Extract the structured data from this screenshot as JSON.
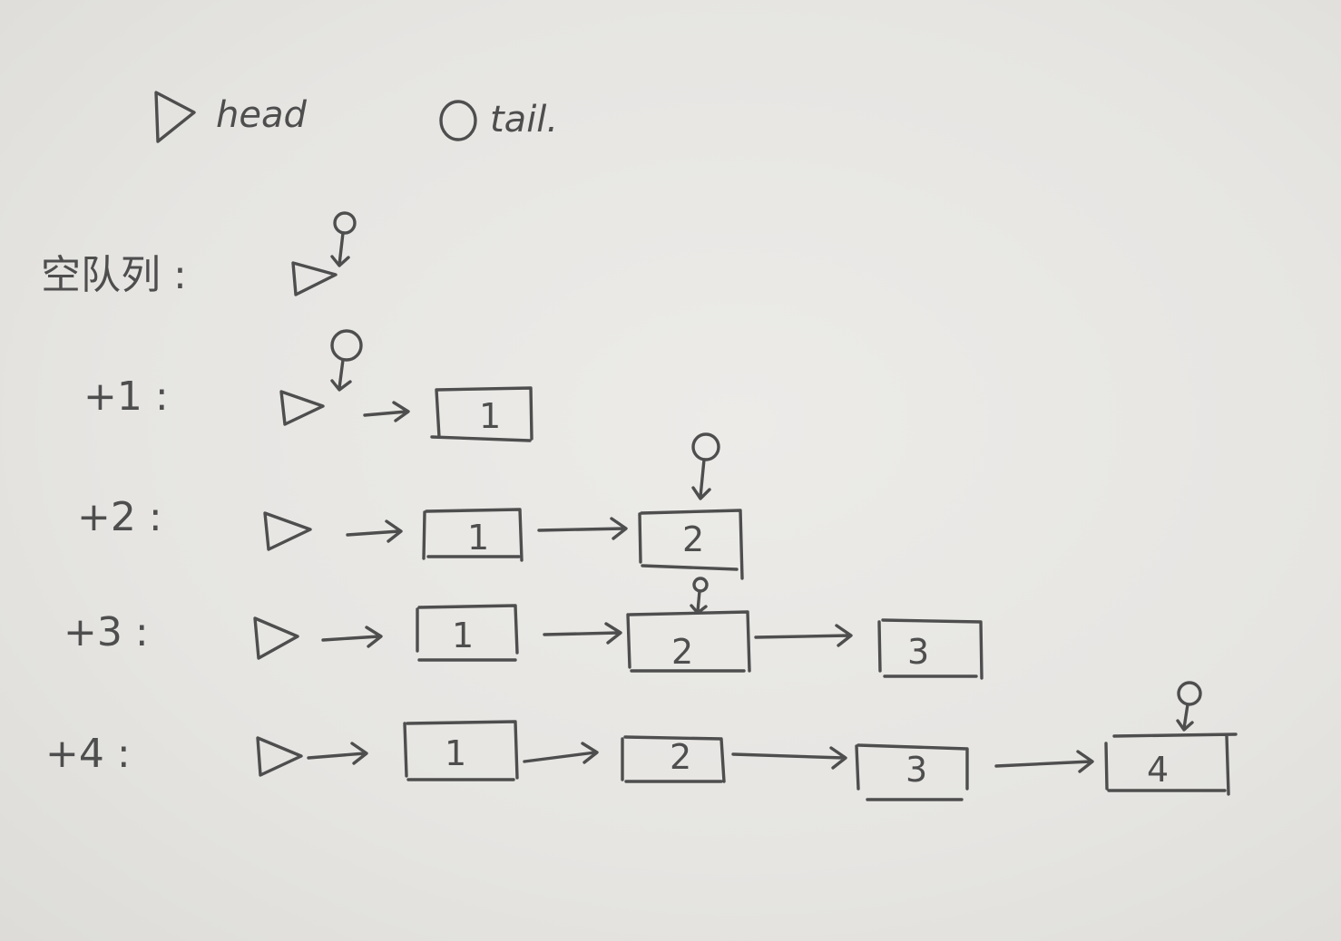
{
  "legend": [
    {
      "symbol": "triangle",
      "label": "head"
    },
    {
      "symbol": "circle",
      "label": "tail."
    }
  ],
  "rows": [
    {
      "label": "空队列 :",
      "nodes": [],
      "tail_at": "head"
    },
    {
      "label": "+1 :",
      "nodes": [
        "1"
      ],
      "tail_at": "head"
    },
    {
      "label": "+2 :",
      "nodes": [
        "1",
        "2"
      ],
      "tail_at": "2"
    },
    {
      "label": "+3 :",
      "nodes": [
        "1",
        "2",
        "3"
      ],
      "tail_at": "2"
    },
    {
      "label": "+4 :",
      "nodes": [
        "1",
        "2",
        "3",
        "4"
      ],
      "tail_at": "4"
    }
  ],
  "colors": {
    "paper": "#e7e6e3",
    "pencil": "#4e4e4e"
  }
}
